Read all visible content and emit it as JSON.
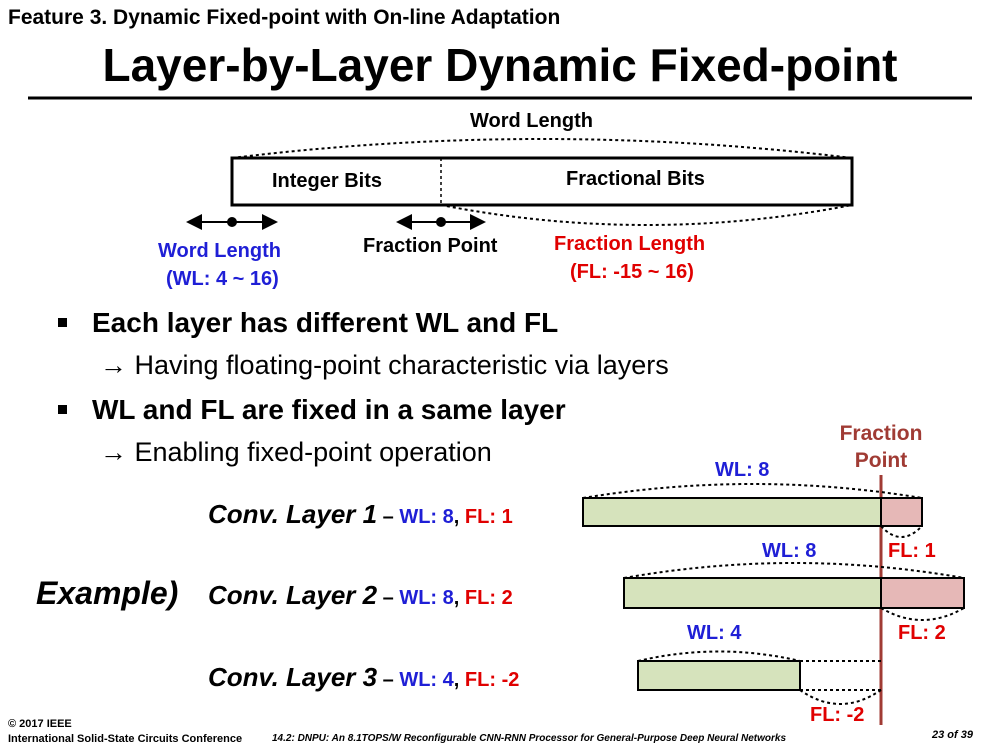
{
  "header": {
    "feature_title": "Feature 3. Dynamic Fixed-point with On-line Adaptation",
    "main_title": "Layer-by-Layer Dynamic Fixed-point"
  },
  "diagram": {
    "word_length_label": "Word Length",
    "integer_bits": "Integer Bits",
    "fractional_bits": "Fractional Bits",
    "legend_word_length": "Word Length",
    "legend_wl_range": "(WL: 4 ~ 16)",
    "legend_fraction_point": "Fraction Point",
    "legend_fraction_length": "Fraction Length",
    "legend_fl_range": "(FL: -15 ~ 16)"
  },
  "bullets": [
    {
      "text": "Each layer has different WL and FL",
      "sub": "→ Having floating-point characteristic via layers"
    },
    {
      "text": "WL and FL are fixed in a same layer",
      "sub": "→ Enabling fixed-point operation"
    }
  ],
  "example": {
    "label": "Example)",
    "fraction_point": "Fraction Point",
    "layers": [
      {
        "name": "Conv. Layer 1",
        "dash": "–",
        "wl_key": "WL:",
        "wl_val": "8",
        "comma": ",",
        "fl_key": "FL:",
        "fl_val": "1",
        "wl_tag": "WL: 8",
        "fl_tag": "FL: 1"
      },
      {
        "name": "Conv. Layer 2",
        "dash": "–",
        "wl_key": "WL:",
        "wl_val": "8",
        "comma": ",",
        "fl_key": "FL:",
        "fl_val": "2",
        "wl_tag": "WL: 8",
        "fl_tag": "FL: 2"
      },
      {
        "name": "Conv. Layer 3",
        "dash": "–",
        "wl_key": "WL:",
        "wl_val": "4",
        "comma": ",",
        "fl_key": "FL:",
        "fl_val": "-2",
        "wl_tag": "WL: 4",
        "fl_tag": "FL: -2"
      }
    ]
  },
  "footer": {
    "copyright": "© 2017 IEEE",
    "conference": "International Solid-State Circuits Conference",
    "paper": "14.2: DNPU: An 8.1TOPS/W Reconfigurable CNN-RNN Processor for General-Purpose Deep Neural Networks",
    "page": "23 of 39"
  },
  "colors": {
    "blue": "#1f1fd6",
    "red": "#e00000",
    "brown": "#a03b34",
    "green_fill": "#d6e3bc",
    "pink_fill": "#e6b8b7"
  }
}
